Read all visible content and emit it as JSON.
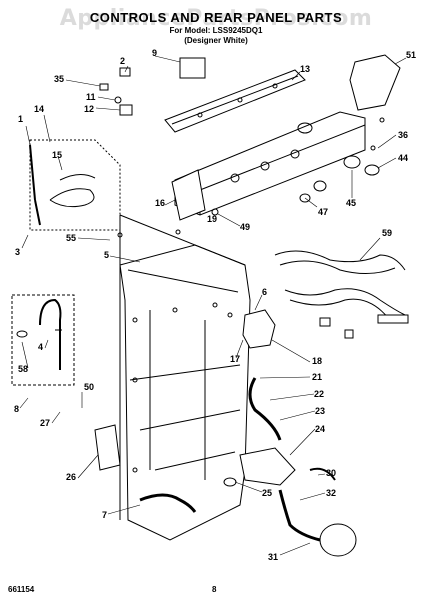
{
  "header": {
    "title": "CONTROLS AND REAR PANEL PARTS",
    "model_line": "For Model: LSS9245DQ1",
    "color_line": "(Designer White)",
    "watermark": "AppliancePartsPros.com"
  },
  "footer": {
    "part_number": "661154",
    "page": "8"
  },
  "callouts": [
    "1",
    "2",
    "3",
    "4",
    "5",
    "6",
    "7",
    "8",
    "9",
    "11",
    "12",
    "13",
    "14",
    "15",
    "16",
    "17",
    "18",
    "19",
    "21",
    "22",
    "23",
    "24",
    "25",
    "26",
    "27",
    "30",
    "31",
    "32",
    "35",
    "36",
    "44",
    "45",
    "47",
    "49",
    "50",
    "51",
    "55",
    "58",
    "59"
  ],
  "diagram": {
    "style": "exploded parts view, black line art",
    "inset_box": "dashed"
  }
}
